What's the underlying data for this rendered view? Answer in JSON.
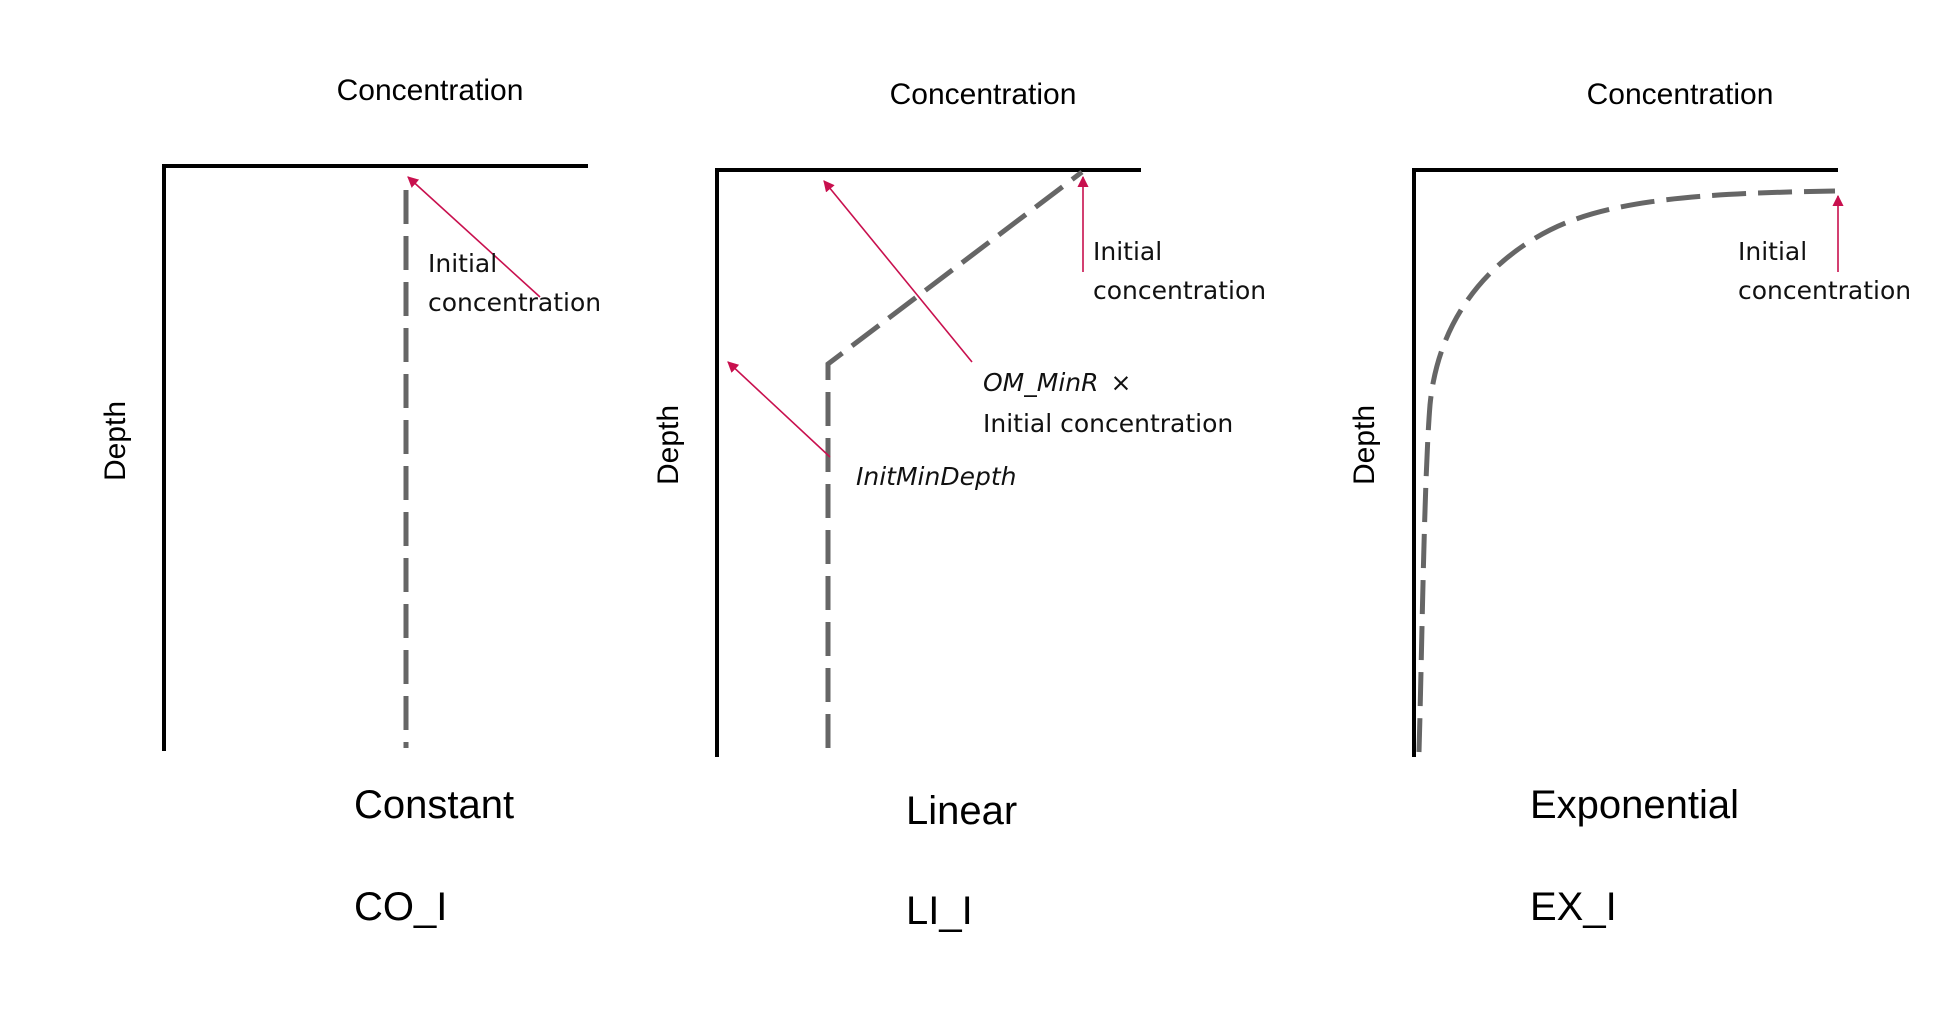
{
  "panels": [
    {
      "concentration_label": "Concentration",
      "depth_label": "Depth",
      "profile_name": "Constant",
      "profile_code": "CO_I",
      "annotations": {
        "initial_line1": "Initial",
        "initial_line2": "concentration"
      }
    },
    {
      "concentration_label": "Concentration",
      "depth_label": "Depth",
      "profile_name": "Linear",
      "profile_code": "LI_I",
      "annotations": {
        "initial_line1": "Initial",
        "initial_line2": "concentration",
        "ommin_var": "OM_MinR",
        "ommin_times": "×",
        "ommin_line2": "Initial concentration",
        "initmindepth": "InitMinDepth"
      }
    },
    {
      "concentration_label": "Concentration",
      "depth_label": "Depth",
      "profile_name": "Exponential",
      "profile_code": "EX_I",
      "annotations": {
        "initial_line1": "Initial",
        "initial_line2": "concentration"
      }
    }
  ],
  "colors": {
    "axis": "#000000",
    "profile": "#666666",
    "arrow": "#c8104e"
  }
}
